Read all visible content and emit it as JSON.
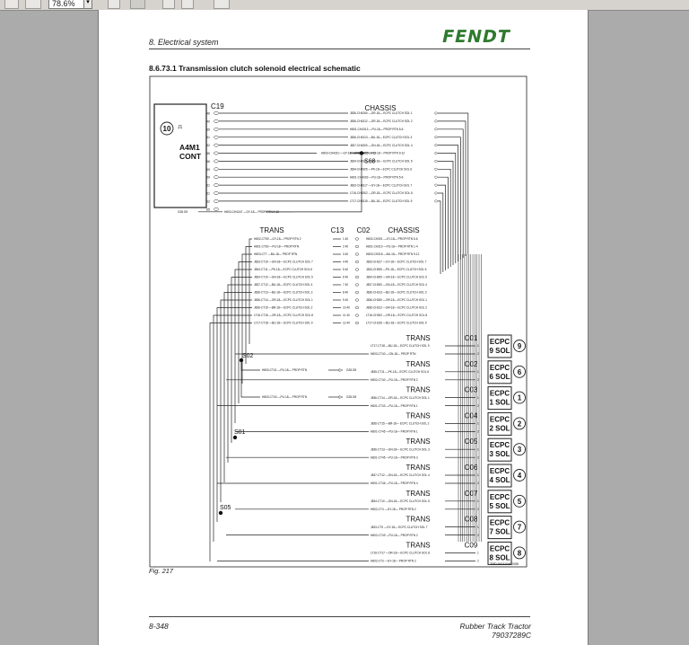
{
  "toolbar": {
    "zoom": "78.6%"
  },
  "page": {
    "header_section": "8. Electrical system",
    "brand": "FENDT",
    "section_title": "8.6.73.1  Transmission clutch solenoid electrical schematic",
    "figure_label": "Fig. 217",
    "page_number": "8-348",
    "product": "Rubber Track Tractor",
    "part_number": "79037289C"
  },
  "schematic": {
    "a4m1_tag": "10",
    "a4m1_name_line1": "A4M1",
    "a4m1_name_line2": "CONT",
    "a4m1_pin": "J1",
    "c19_label": "C19",
    "chassis_label": "CHASSIS",
    "s68_label": "S68",
    "trans_label": "TRANS",
    "c13_label": "C13",
    "c02_label": "C02",
    "s02_label": "S02",
    "s01_label": "S01",
    "s05_label": "S05",
    "drawing_code": "TRDJA011040005I",
    "c19_pins": [
      "46",
      "40",
      "55",
      "51",
      "52",
      "55",
      "56",
      "59",
      "59",
      "61",
      "61",
      "62",
      "65"
    ],
    "chassis_top_wires": [
      "J836-CH4260 —OR-18— ECPC CLUTCH SOL 1",
      "J836-CH4312 —GR-18— ECPC CLUTCH SOL 2",
      "H801-CH4313 —PU-18— PROP RTN 5-6",
      "J836-CH4313 —BU-18— ECPC CLUTCH SOL 3",
      "J837-CH4300 —GN-18— ECPC CLUTCH SOL 4",
      "H803-CH4316 —PU-18— PROP RTN 9-12",
      "J834-CH4301 —GN-18— ECPC CLUTCH SOL 5",
      "J834-CH4305 —PK-18— ECPC CLUTCH SOL 6",
      "H801-CH4303 —PU-18— PROP RTN 5-6",
      "J833-CH4317 —GY-18— ECPC CLUTCH SOL 7",
      "LT16-CH4302 —OR-18— ECPC CLUTCH SOL 8",
      "LT17-CH4315 —BU-18— ECPC CLUTCH SOL 9"
    ],
    "s68_wire": "H803-CH4310 —GY-18— PROP RTN 9-12",
    "c19_bottom_wire": "H803-CH4347 —GY-18— PROP RTN 9-12",
    "c19_bottom_code": "G28.G9",
    "trans_left_wires": [
      "H802-CT59 —GY-18— PROP RTN 2",
      "H801-CT60 —PU-18— PROP RTN",
      "H803-CT7 —BU-18— PROP RTN",
      "J833-CT19 —GN-18— ECPC CLUTCH SOL 7",
      "J834-CT11 —PK-18— ECPC CLUTCH SOL 6",
      "J834-CT10 —GN-18— ECPC CLUTCH SOL 5",
      "J837-CT12 —BU-18— ECPC CLUTCH SOL 4",
      "J836-CT13 —BU-18— ECPC CLUTCH SOL 3",
      "J836-CT14 —OR-18— ECPC CLUTCH SOL 1",
      "J836-CT15 —BR-18— ECPC CLUTCH SOL 2",
      "LT16-CT16 —OR-18— ECPC CLUTCH SOL 8",
      "LT17-CT18 —BU-18— ECPC CLUTCH SOL 9"
    ],
    "trans_right_wires": [
      "H802-CH301 —GY-18— PROP RTN 5-6",
      "H801-CH310 —PU-18— PROP RTN 1-4",
      "H803-CH316 —BU-18— PROP RTN 9-12",
      "J833-CH317 —GY-18— ECPC CLUTCH SOL 7",
      "J834-CH305 —PK-18— ECPC CLUTCH SOL 6",
      "J834-CH309 —GN-18— ECPC CLUTCH SOL 5",
      "J837-CH300 —GN-18— ECPC CLUTCH SOL 4",
      "J836-CH313 —BU-18— ECPC CLUTCH SOL 3",
      "J836-CH260 —OR-18— ECPC CLUTCH SOL 1",
      "J836-CH312 —GR-18— ECPC CLUTCH SOL 2",
      "LT16-CH302 —OR-18— ECPC CLUTCH SOL 8",
      "LT17-CH315 —BU-18— ECPC CLUTCH SOL 9"
    ],
    "c13_pins": [
      "1 40",
      "2 40",
      "3 40",
      "4 40",
      "5 40",
      "6 40",
      "7 40",
      "8 40",
      "9 40",
      "10 40",
      "11 40",
      "12 40"
    ],
    "s02_wires": [
      {
        "text": "H800-CT41 —PU-18— PROP RTN",
        "code": "G28.G8"
      },
      {
        "text": "H803-CT40 —PU-18— PROP RTN",
        "code": "G28.G8"
      }
    ],
    "solenoids": [
      {
        "conn": "C01",
        "tag": "9",
        "name1": "ECPC",
        "name2": "9 SOL",
        "w1": "LT17-CT18 —BU-18— ECPC CLUTCH SOL 9",
        "w2": "H803-CT40 —GN-18— PROP RTN"
      },
      {
        "conn": "C02",
        "tag": "6",
        "name1": "ECPC",
        "name2": "6 SOL",
        "w1": "J835-CT11 —PK-18— ECPC CLUTCH SOL 6",
        "w2": "H802-CT40 —PU-18— PROP RTN 2"
      },
      {
        "conn": "C03",
        "tag": "1",
        "name1": "ECPC",
        "name2": "1 SOL",
        "w1": "J836-CT14 —OR-18— ECPC CLUTCH SOL 1",
        "w2": "H801-CT43 —PU-18— PROP RTN 1"
      },
      {
        "conn": "C04",
        "tag": "2",
        "name1": "ECPC",
        "name2": "2 SOL",
        "w1": "J836-CT15 —BR-18— ECPC CLUTCH SOL 2",
        "w2": "H801-CT45 —PU-18— PROP RTN 1"
      },
      {
        "conn": "C05",
        "tag": "3",
        "name1": "ECPC",
        "name2": "3 SOL",
        "w1": "J836-CT13 —GN-18— ECPC CLUTCH SOL 3",
        "w2": "H801-CT45 —PU-18— PROP RTN 3"
      },
      {
        "conn": "C06",
        "tag": "4",
        "name1": "ECPC",
        "name2": "4 SOL",
        "w1": "J837-CT12 —GN-18— ECPC CLUTCH SOL 4",
        "w2": "H801-CT46 —PU-18— PROP RTN 4"
      },
      {
        "conn": "C07",
        "tag": "5",
        "name1": "ECPC",
        "name2": "5 SOL",
        "w1": "J834-CT10 —GN-18— ECPC CLUTCH SOL 5",
        "w2": "H802-CT4 —GY-18— PROP RTN 2"
      },
      {
        "conn": "C08",
        "tag": "7",
        "name1": "ECPC",
        "name2": "7 SOL",
        "w1": "J833-CT9 —GY-18— ECPC CLUTCH SOL 7",
        "w2": "H802-CT49 —PU-18— PROP RTN 2"
      },
      {
        "conn": "C09",
        "tag": "8",
        "name1": "ECPC",
        "name2": "8 SOL",
        "w1": "LT16-CT17 —OR-18— ECPC CLUTCH SOL 8",
        "w2": "H802-CT3 —GY-18— PROP RTN 2"
      }
    ]
  }
}
